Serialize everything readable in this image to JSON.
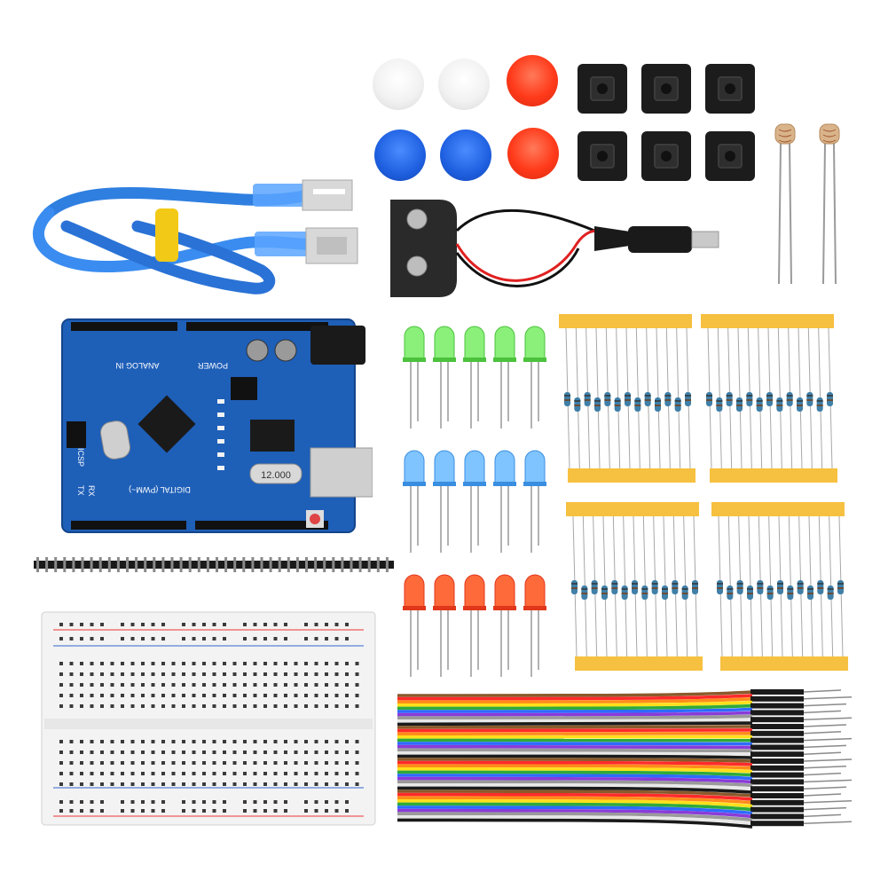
{
  "board": {
    "silkscreen_analog": "ANALOG IN",
    "silkscreen_power": "POWER",
    "silkscreen_digital": "DIGITAL (PWM~)",
    "crystal_label": "12.000",
    "icsp_label": "ICSP",
    "tx_label": "TX",
    "rx_label": "RX"
  },
  "components": {
    "button_caps": [
      "white",
      "white",
      "red",
      "blue",
      "blue",
      "red"
    ],
    "tactile_switch_count": 6,
    "photoresistor_count": 2,
    "led_colors": [
      "green",
      "blue",
      "red"
    ],
    "leds_per_color": 5,
    "resistor_strips": 4,
    "jumper_wire_colors": [
      "#8a5a2b",
      "#ff2a2a",
      "#ff8c1a",
      "#ffe01a",
      "#2eaa3a",
      "#2d6bff",
      "#8a3bd8",
      "#9a9a9a",
      "#ffffff",
      "#1a1a1a"
    ]
  },
  "colors": {
    "pcb": "#1e5fb8",
    "cable": "#2f7fe0",
    "breadboard": "#f3f3f3",
    "resistor_tape": "#f6c040"
  }
}
